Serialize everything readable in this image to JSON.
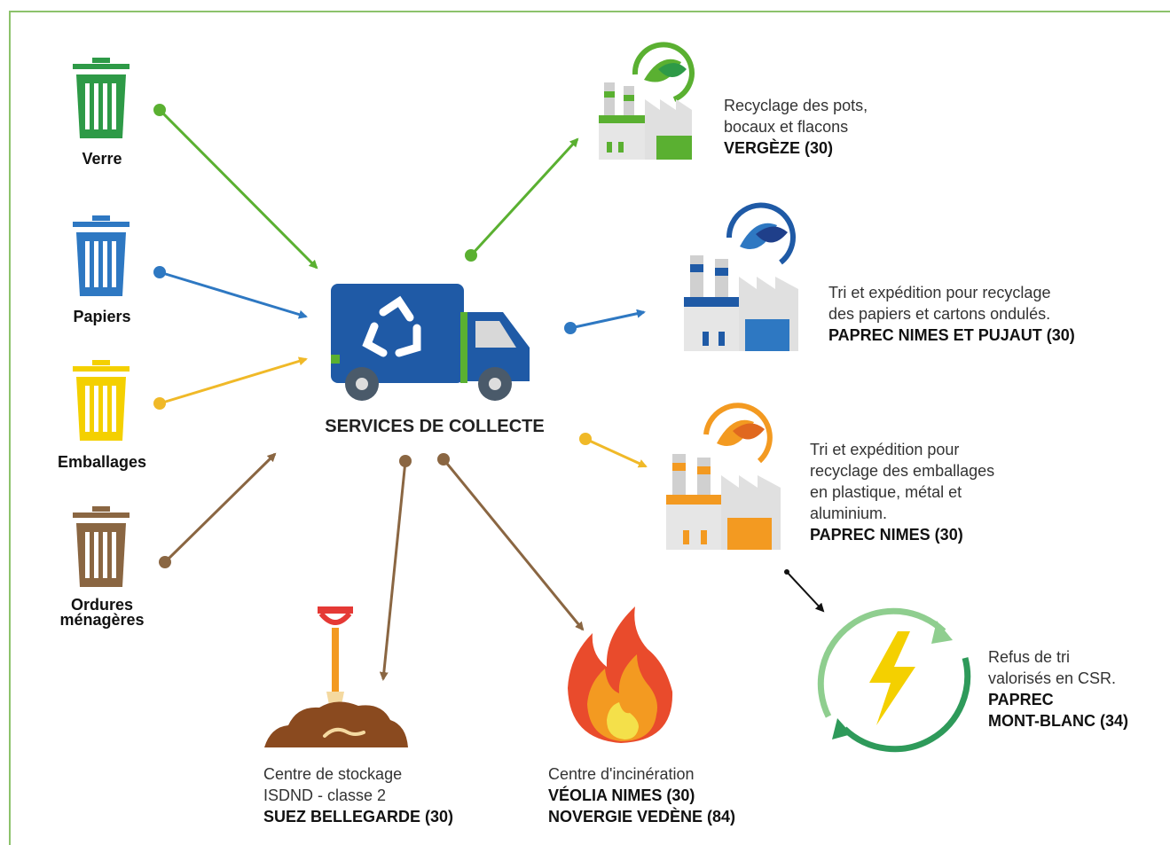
{
  "bins": [
    {
      "label": "Verre",
      "color": "#2e9a47"
    },
    {
      "label": "Papiers",
      "color": "#2e78c2"
    },
    {
      "label": "Emballages",
      "color": "#f4d000"
    },
    {
      "label": "Ordures\nménagères",
      "color": "#8a6642"
    }
  ],
  "hub": {
    "label": "SERVICES DE COLLECTE",
    "truck_color": "#1f5aa6"
  },
  "destinations": [
    {
      "lines": [
        "Recyclage des pots,",
        "bocaux et flacons"
      ],
      "bold": [
        "VERGÈZE (30)"
      ],
      "color": "#5ab031"
    },
    {
      "lines": [
        "Tri et expédition pour recyclage",
        "des papiers et cartons ondulés."
      ],
      "bold": [
        "PAPREC NIMES ET PUJAUT (30)"
      ],
      "color": "#1f5aa6"
    },
    {
      "lines": [
        "Tri et expédition pour",
        "recyclage des emballages",
        "en plastique, métal et",
        "aluminium."
      ],
      "bold": [
        "PAPREC NIMES (30)"
      ],
      "color": "#f39a21"
    },
    {
      "lines": [
        "Refus de tri",
        "valorisés en CSR."
      ],
      "bold": [
        "PAPREC",
        "MONT-BLANC (34)"
      ],
      "color": "#2e9a5a"
    },
    {
      "lines": [
        "Centre de stockage",
        "ISDND - classe 2"
      ],
      "bold": [
        "SUEZ BELLEGARDE (30)"
      ],
      "color": "#8a5a2b"
    },
    {
      "lines": [
        "Centre d'incinération"
      ],
      "bold": [
        "VÉOLIA NIMES (30)",
        "NOVERGIE VEDÈNE (84)"
      ],
      "color": "#e94b2c"
    }
  ],
  "colors": {
    "green": "#5ab031",
    "blue": "#2e78c2",
    "yellow": "#f0b928",
    "brown": "#8a6642",
    "frame": "#8cc26b"
  }
}
